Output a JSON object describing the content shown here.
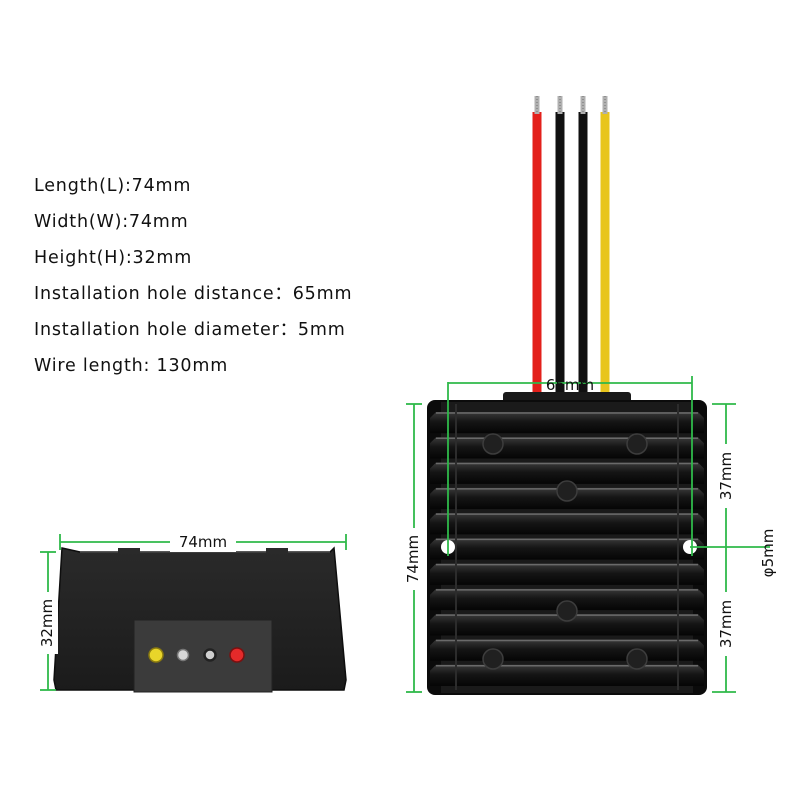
{
  "specs": [
    "Length(L):74mm",
    "Width(W):74mm",
    "Height(H):32mm",
    "Installation hole distance：65mm",
    "Installation hole diameter：5mm",
    "Wire length: 130mm"
  ],
  "dimensions": {
    "side_width": "74mm",
    "side_height": "32mm",
    "top_hole_distance": "65mm",
    "top_height": "74mm",
    "top_half_upper": "37mm",
    "top_half_lower": "37mm",
    "hole_diameter": "φ5mm"
  },
  "colors": {
    "dimension_line": "#2fb94a",
    "body": "#1a1a1a",
    "wire_red": "#e3201b",
    "wire_black": "#111111",
    "wire_yellow": "#e8c51c"
  }
}
